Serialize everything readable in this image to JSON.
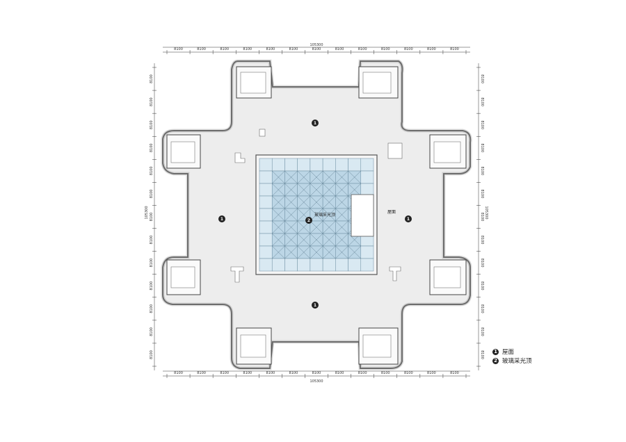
{
  "overall_dimension": "105300",
  "bay_dimension": "8100",
  "bay_count": 13,
  "markers": [
    {
      "num": "1"
    },
    {
      "num": "1"
    },
    {
      "num": "1"
    },
    {
      "num": "1"
    },
    {
      "num": "2"
    }
  ],
  "labels": {
    "roof": "屋面",
    "skylight": "玻璃采光顶"
  },
  "legend": [
    {
      "num": "1",
      "text": "屋面"
    },
    {
      "num": "2",
      "text": "玻璃采光顶"
    }
  ],
  "colors": {
    "roof_fill": "#ededed",
    "outline": "#555555",
    "glass_fill": "#cfe3ef",
    "glass_frame": "#6a8ca0"
  }
}
